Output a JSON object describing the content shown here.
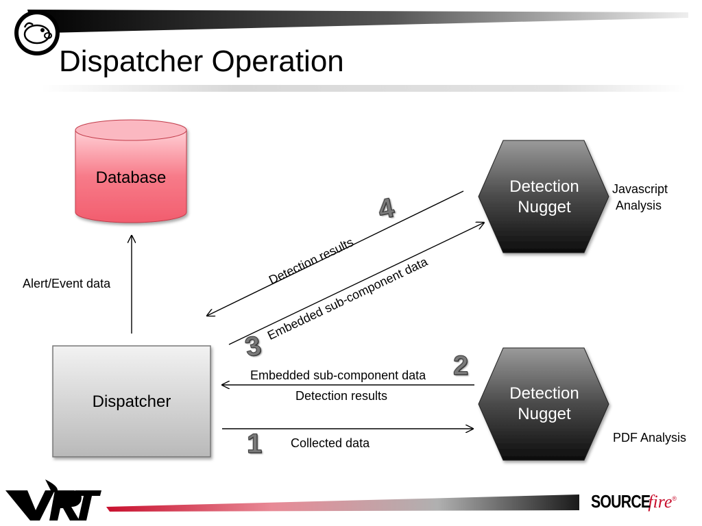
{
  "slide": {
    "title": "Dispatcher Operation"
  },
  "nodes": {
    "database": {
      "label": "Database"
    },
    "dispatcher": {
      "label": "Dispatcher"
    },
    "nugget_top": {
      "line1": "Detection",
      "line2": "Nugget",
      "caption_line1": "Javascript",
      "caption_line2": "Analysis"
    },
    "nugget_bottom": {
      "line1": "Detection",
      "line2": "Nugget",
      "caption": "PDF Analysis"
    }
  },
  "edges": {
    "alert_event": {
      "label": "Alert/Event data"
    },
    "detection_results_top": {
      "label": "Detection results"
    },
    "embedded_top": {
      "label": "Embedded sub-component data"
    },
    "embedded_bottom": {
      "label": "Embedded sub-component data"
    },
    "detection_results_bottom": {
      "label": "Detection results"
    },
    "collected": {
      "label": "Collected data"
    }
  },
  "steps": [
    "1",
    "2",
    "3",
    "4"
  ],
  "logos": {
    "vrt": "VRT",
    "sourcefire_a": "SOURCE",
    "sourcefire_b": "fire",
    "sourcefire_reg": "®"
  },
  "colors": {
    "database_fill": "#f46a7a",
    "nugget_fill": "#2e2e2e",
    "dispatcher_fill": "#c9c9c9",
    "accent_red": "#c8102e"
  }
}
